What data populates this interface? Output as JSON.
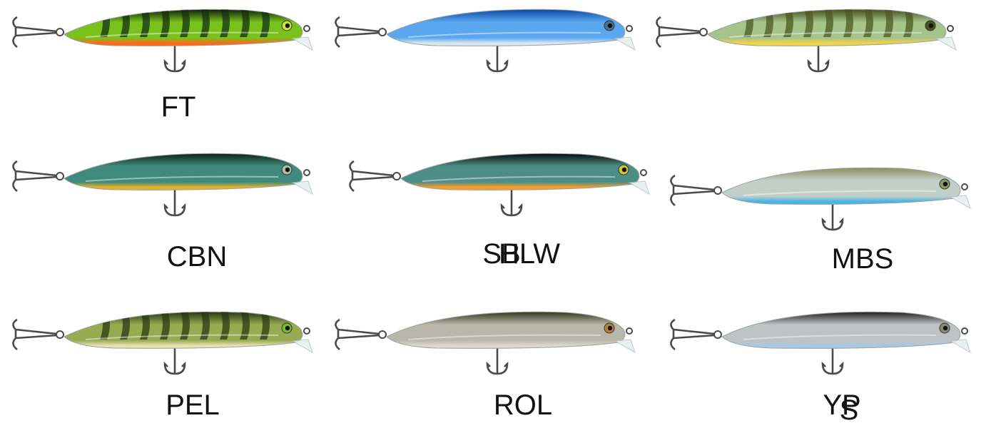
{
  "lures": [
    {
      "code": "FT",
      "colors": {
        "back": "#0f1f0a",
        "body": "#79c21d",
        "belly": "#ff6a1a",
        "bar": "#143012",
        "eye": "#c9e23a"
      },
      "barred": true
    },
    {
      "code": "SB",
      "colors": {
        "back": "#0d48a8",
        "body": "#5aa7ef",
        "belly": "#d9e6ef",
        "bar": "#0d48a8",
        "eye": "#4a6f8f"
      },
      "barred": false
    },
    {
      "code": "YP",
      "colors": {
        "back": "#43511f",
        "body": "#a5c38b",
        "belly": "#f0d34a",
        "bar": "#4a5a21",
        "eye": "#4b5320"
      },
      "barred": true
    },
    {
      "code": "CBN",
      "colors": {
        "back": "#0c2118",
        "body": "#3f8a7c",
        "belly": "#e2b12a",
        "bar": "#0c2118",
        "eye": "#b5b8a8"
      },
      "barred": false
    },
    {
      "code": "HLW",
      "colors": {
        "back": "#0a0a0a",
        "body": "#4c8d86",
        "belly": "#f59d2a",
        "bar": "#0a0a0a",
        "eye": "#d2c53a"
      },
      "barred": false
    },
    {
      "code": "MBS",
      "colors": {
        "back": "#8b8f5a",
        "body": "#c2cfc9",
        "belly": "#4ab4e6",
        "bar": "#8b8f5a",
        "eye": "#8a9a68"
      },
      "barred": false
    },
    {
      "code": "PEL",
      "colors": {
        "back": "#2a3414",
        "body": "#98aa52",
        "belly": "#e7e0b0",
        "bar": "#2b3a13",
        "eye": "#7fb838"
      },
      "barred": true
    },
    {
      "code": "ROL",
      "colors": {
        "back": "#30351a",
        "body": "#b8b7a9",
        "belly": "#dcd8cc",
        "bar": "#30351a",
        "eye": "#b5813a"
      },
      "barred": false
    },
    {
      "code": "S",
      "colors": {
        "back": "#1e1e1e",
        "body": "#bfc3c3",
        "belly": "#a9c7e0",
        "bar": "#1e1e1e",
        "eye": "#8a8a7a"
      },
      "barred": false
    }
  ],
  "hook_color": "#4a4a4a"
}
